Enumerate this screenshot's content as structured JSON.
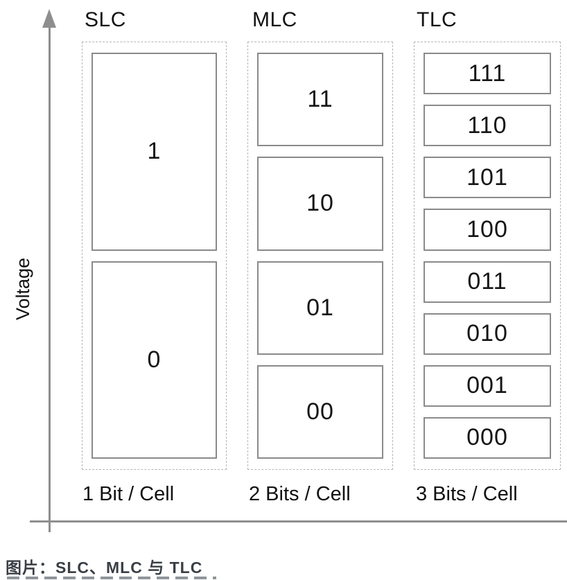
{
  "figure": {
    "y_axis_label": "Voltage",
    "caption": "图片：SLC、MLC 与 TLC",
    "columns": [
      {
        "title": "SLC",
        "bits_per_cell": "1 Bit / Cell",
        "levels": [
          "1",
          "0"
        ]
      },
      {
        "title": "MLC",
        "bits_per_cell": "2 Bits / Cell",
        "levels": [
          "11",
          "10",
          "01",
          "00"
        ]
      },
      {
        "title": "TLC",
        "bits_per_cell": "3 Bits / Cell",
        "levels": [
          "111",
          "110",
          "101",
          "100",
          "011",
          "010",
          "001",
          "000"
        ]
      }
    ],
    "colors": {
      "axis": "#8e8e8e",
      "cell_border": "#8a8a8a",
      "group_border": "#b5b5b5",
      "text": "#151515",
      "caption_text": "#3a3f45"
    }
  }
}
